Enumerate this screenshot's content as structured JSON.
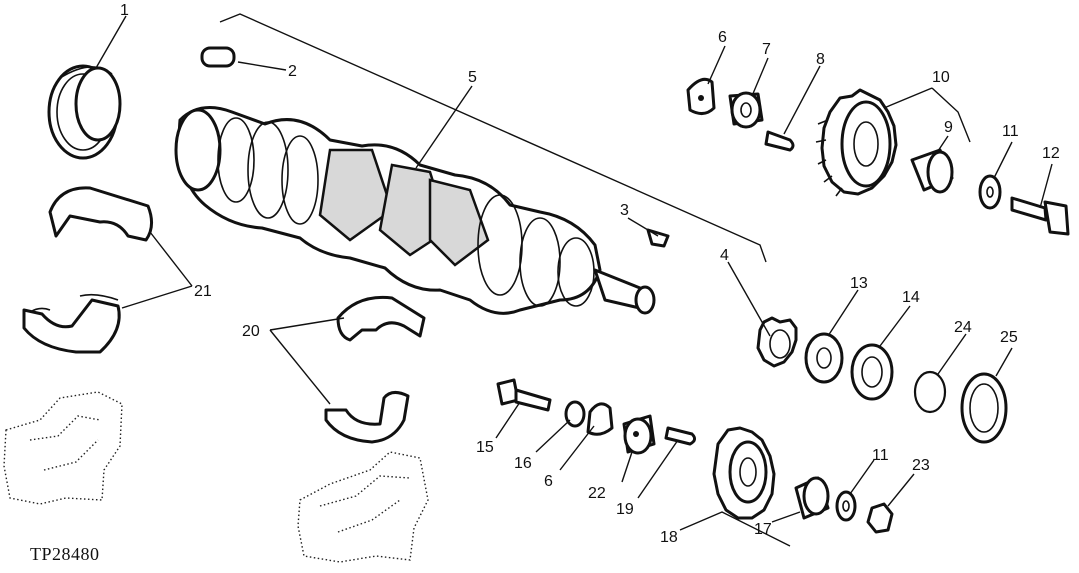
{
  "figure_id": "TP28480",
  "callouts": [
    "1",
    "2",
    "3",
    "4",
    "5",
    "6",
    "7",
    "8",
    "9",
    "10",
    "11",
    "12",
    "13",
    "14",
    "15",
    "16",
    "17",
    "18",
    "19",
    "20",
    "21",
    "22",
    "23",
    "24",
    "25"
  ],
  "callouts_repeat": {
    "6b": "6",
    "11b": "11"
  }
}
